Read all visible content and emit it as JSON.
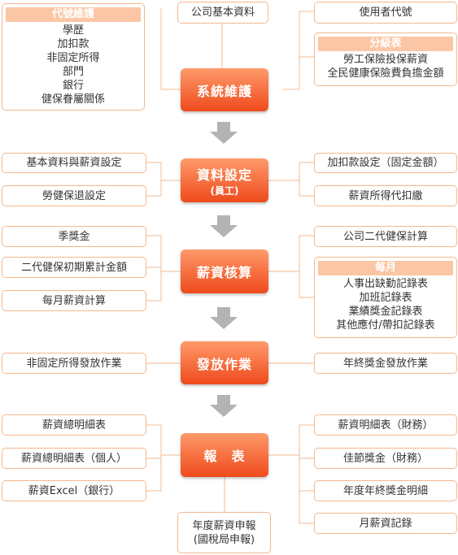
{
  "stages": {
    "system_maintenance": "系統維護",
    "data_setup": "資料設定",
    "data_setup_sub": "(員工)",
    "payroll_calc": "薪資核算",
    "payout": "發放作業",
    "reports": "報　表"
  },
  "top": {
    "company_basic_data": "公司基本資料",
    "user_code": "使用者代號",
    "code_maintenance": {
      "header": "代號維護",
      "items": [
        "學歷",
        "加扣款",
        "非固定所得",
        "部門",
        "銀行",
        "健保眷屬關係"
      ]
    },
    "grade_table": {
      "header": "分級表",
      "items": [
        "勞工保險投保薪資",
        "全民健康保險費負擔金額"
      ]
    }
  },
  "data_setup": {
    "left": [
      "基本資料與薪資設定",
      "勞健保退設定"
    ],
    "right": [
      "加扣款設定（固定金額）",
      "薪資所得代扣繳"
    ]
  },
  "payroll": {
    "left": [
      "季獎金",
      "二代健保初期累計金額",
      "每月薪資計算"
    ],
    "right_top": "公司二代健保計算",
    "monthly": {
      "header": "每月",
      "items": [
        "人事出缺勤記錄表",
        "加班記錄表",
        "業績獎金記錄表",
        "其他應付/帶扣記錄表"
      ]
    }
  },
  "payout": {
    "left": "非固定所得發放作業",
    "right": "年終獎金發放作業"
  },
  "reports": {
    "left": [
      "薪資總明細表",
      "薪資總明細表（個人）",
      "薪資Excel（銀行）"
    ],
    "right": [
      "薪資明細表（財務）",
      "佳節獎金（財務）",
      "年度年終獎金明細",
      "月薪資記錄"
    ],
    "bottom_line1": "年度薪資申報",
    "bottom_line2": "(國稅局申報)"
  },
  "colors": {
    "stage_top": "#ff9a6a",
    "stage_bottom": "#ee4a1c",
    "box_border": "#f4b88f",
    "header_fill": "#fbc6a5",
    "connector": "#f4b88f",
    "arrow": "#b3b3b3"
  }
}
